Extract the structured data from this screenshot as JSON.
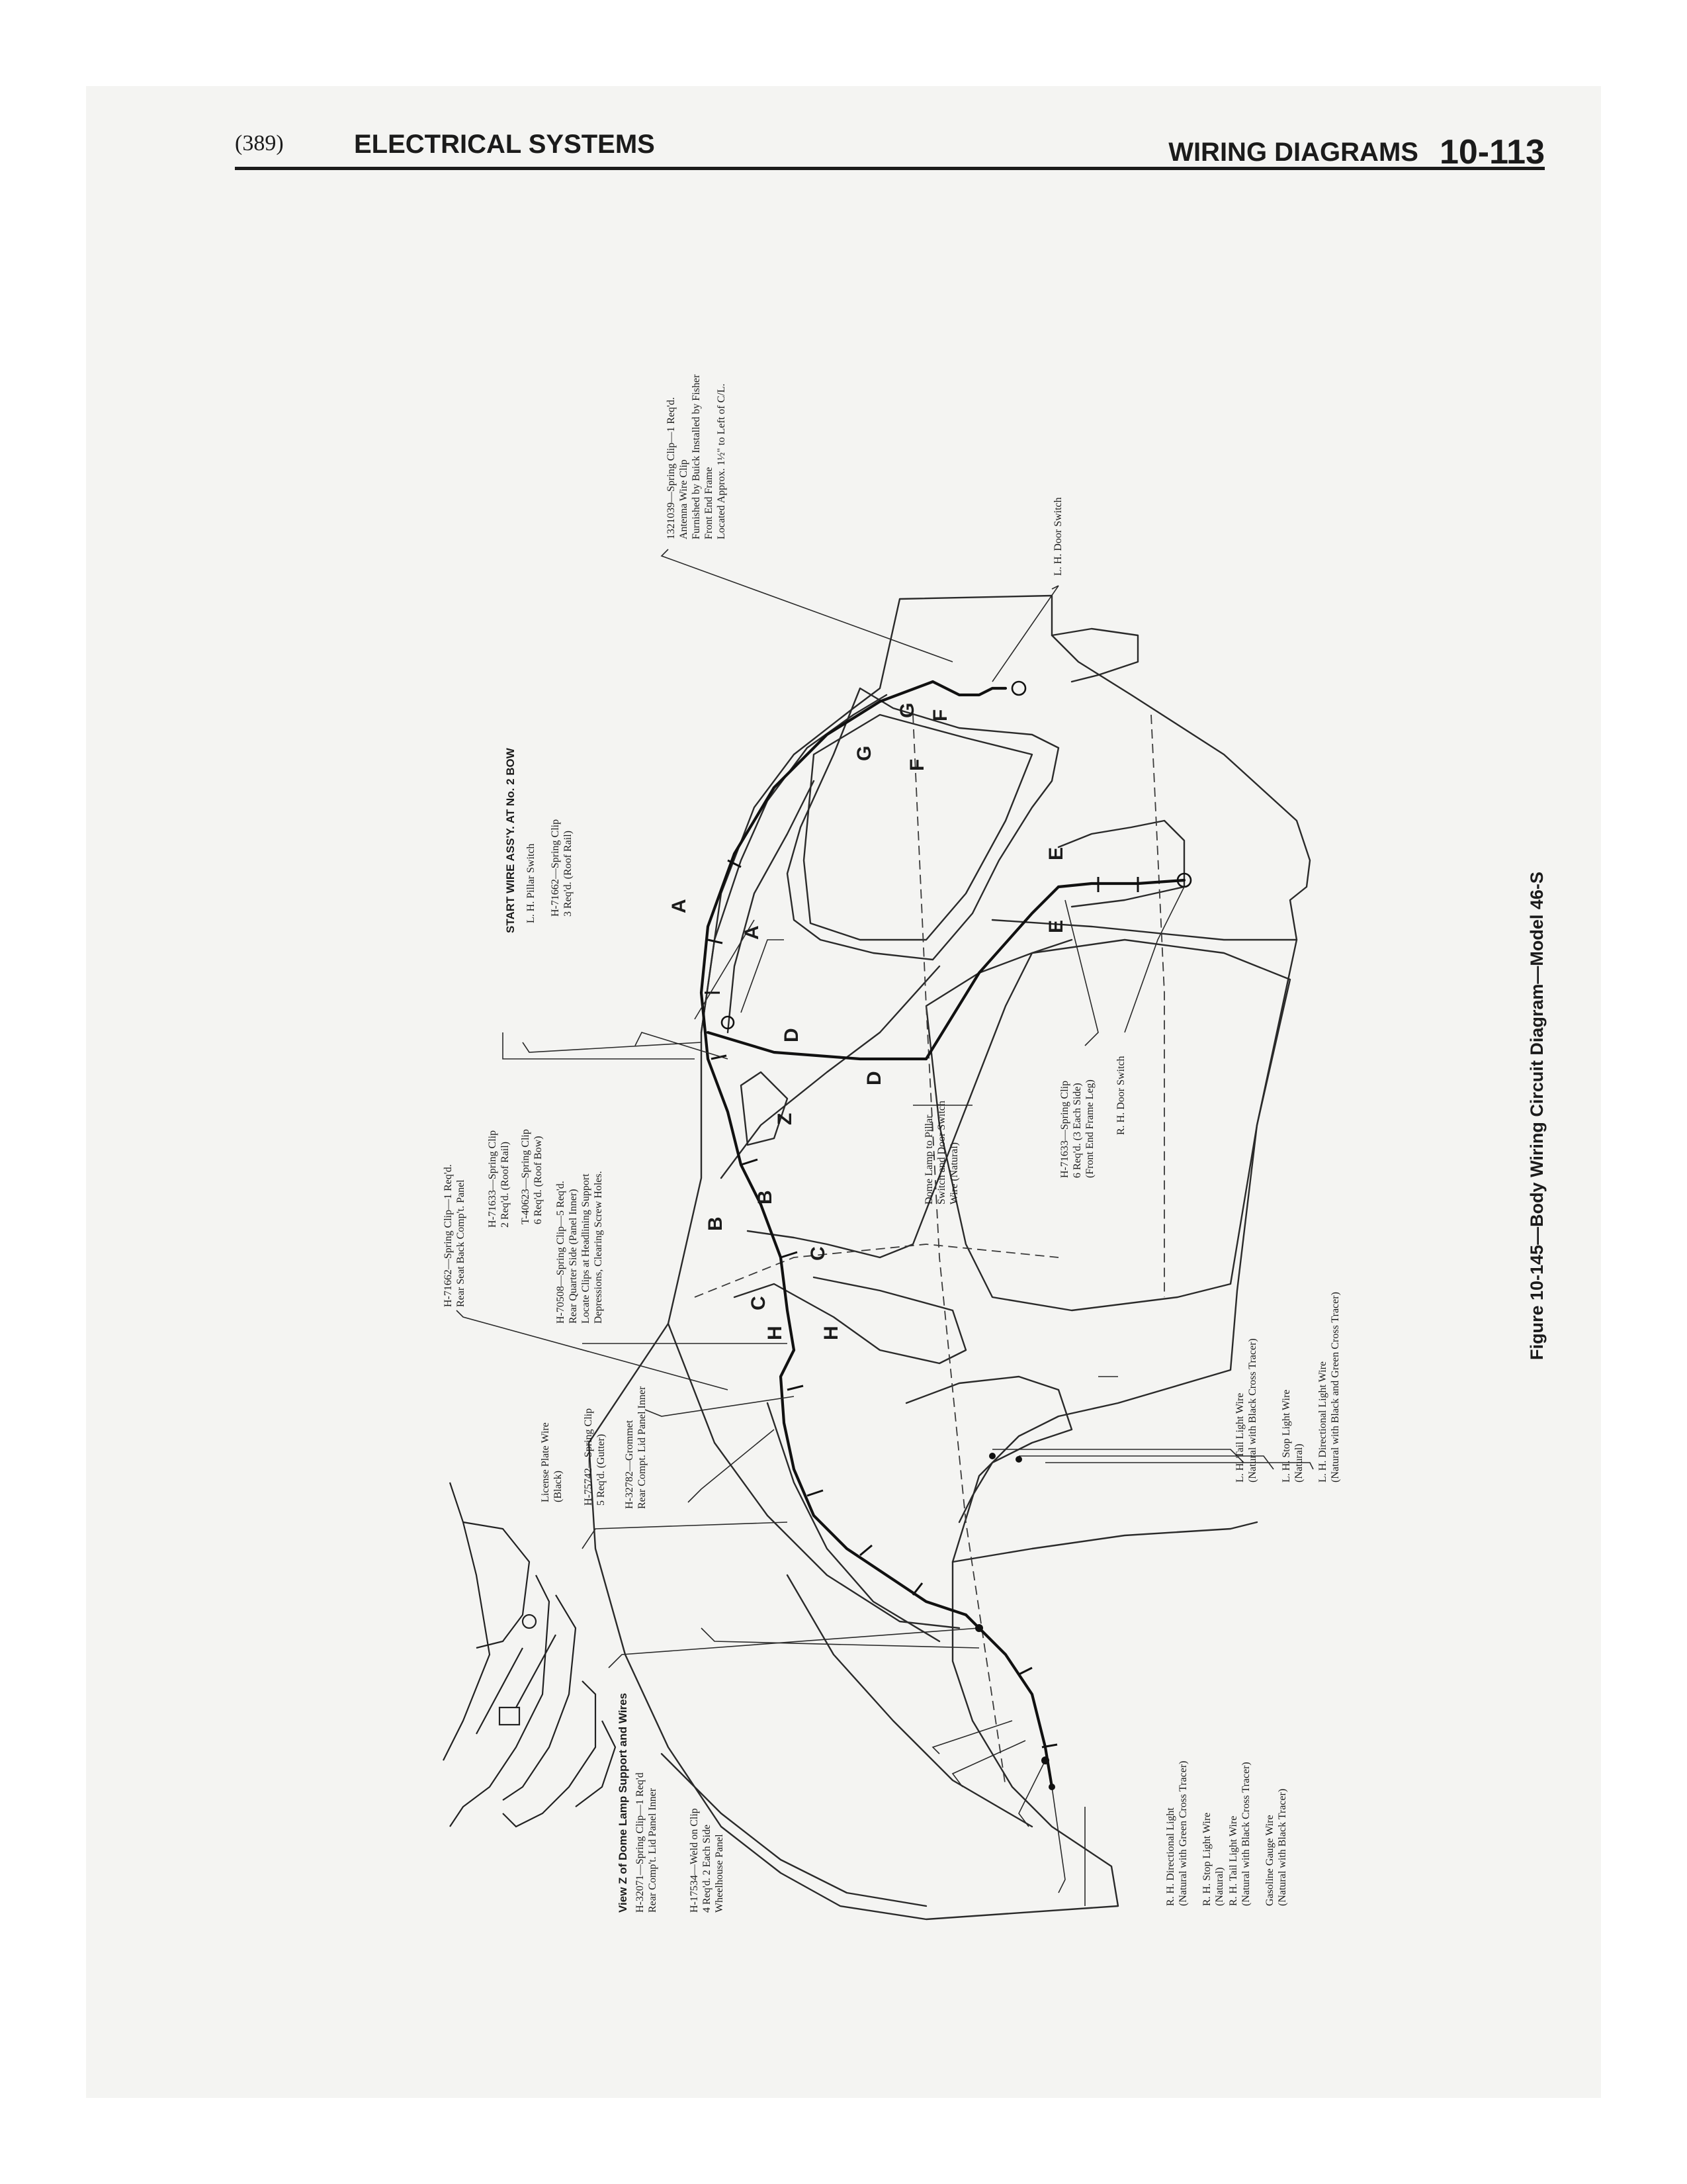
{
  "header": {
    "page_ref": "(389)",
    "section": "ELECTRICAL SYSTEMS",
    "chapter": "WIRING DIAGRAMS",
    "page_number": "10-113"
  },
  "caption": "Figure 10-145—Body Wiring Circuit Diagram—Model 46-S",
  "view_label": "View Z of Dome Lamp Support and Wires",
  "labels": {
    "antenna_clip": "1321039—Spring Clip—1 Req'd.\nAntenna Wire Clip\nFurnished by Buick Installed by Fisher\nFront End Frame\nLocated Approx. 1½\" to Left of C/L.",
    "lh_door_switch": "L. H. Door Switch",
    "start_wire": "START WIRE ASS'Y. AT No. 2 BOW",
    "lh_pillar_switch": "L. H. Pillar Switch",
    "clip_71662_roof": "H-71662—Spring Clip\n3 Req'd. (Roof Rail)",
    "clip_71662_rear_seat": "H-71662—Spring Clip—1 Req'd.\nRear Seat Back Comp't. Panel",
    "clip_71633_roof": "H-71633—Spring Clip\n2 Req'd. (Roof Rail)",
    "clip_40623": "T-40623—Spring Clip\n6 Req'd. (Roof Bow)",
    "clip_70508": "H-70508—Spring Clip—5 Req'd.\nRear Quarter Side (Panel Inner)\nLocate Clips at Headlining Support\nDepressions, Clearing Screw Holes.",
    "dome_lamp_wire": "Dome Lamp to Pillar\nSwitch and Door Switch\nWire (Natural)",
    "clip_71633_front": "H-71633—Spring Clip\n6 Req'd. (3 Each Side)\n(Front End Frame Leg)",
    "rh_door_switch": "R. H. Door Switch",
    "license_plate_wire": "License Plate Wire\n(Black)",
    "clip_75742": "H-75742—Spring Clip\n5 Req'd. (Gutter)",
    "grommet": "H-32782—Grommet\nRear Compt. Lid Panel Inner",
    "lh_tail": "L. H. Tail Light Wire\n(Natural with Black Cross Tracer)",
    "lh_stop": "L. H. Stop Light Wire\n(Natural)",
    "lh_directional": "L. H. Directional Light Wire\n(Natural with Black and Green Cross Tracer)",
    "clip_32071": "H-32071—Spring Clip—1 Req'd\nRear Comp't. Lid Panel Inner",
    "weld_clip": "H-17534—Weld on Clip\n4 Req'd. 2 Each Side\nWheelhouse Panel",
    "rh_directional": "R. H. Directional Light\n(Natural with Green Cross Tracer)",
    "rh_stop": "R. H. Stop Light Wire\n(Natural)",
    "rh_tail": "R. H. Tail Light Wire\n(Natural with Black Cross Tracer)",
    "gas_gauge": "Gasoline Gauge Wire\n(Natural with Black Tracer)"
  },
  "section_letters": [
    "A",
    "A",
    "B",
    "B",
    "C",
    "C",
    "D",
    "D",
    "E",
    "E",
    "F",
    "F",
    "G",
    "G",
    "H",
    "H",
    "Z"
  ]
}
